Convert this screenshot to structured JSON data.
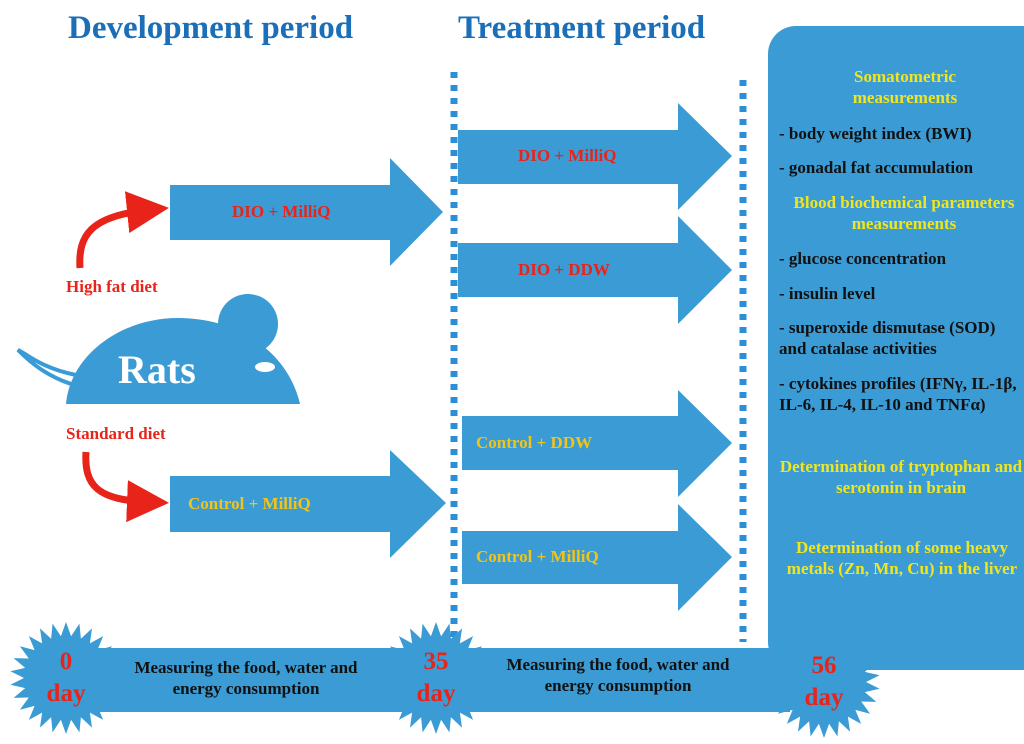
{
  "headings": {
    "development": "Development period",
    "treatment": "Treatment period"
  },
  "diets": {
    "high_fat": "High fat diet",
    "standard": "Standard diet"
  },
  "rats_label": "Rats",
  "development_arrows": {
    "dio": "DIO + MilliQ",
    "control": "Control + MilliQ"
  },
  "treatment_arrows": {
    "dio_milliq": "DIO + MilliQ",
    "dio_ddw": "DIO + DDW",
    "control_ddw": "Control + DDW",
    "control_milliq": "Control + MilliQ"
  },
  "panel": {
    "somatometric_heading": "Somatometric measurements",
    "somatometric_items": [
      "- body weight index (BWI)",
      "- gonadal fat accumulation"
    ],
    "blood_heading": "Blood biochemical parameters measurements",
    "blood_items": [
      "- glucose concentration",
      "- insulin level",
      "- superoxide dismutase (SOD) and catalase activities",
      "- cytokines profiles (IFNγ, IL-1β, IL-6, IL-4, IL-10 and TNFα)"
    ],
    "tryptophan_heading": "Determination of tryptophan and serotonin in brain",
    "metals_heading": "Determination of some heavy metals (Zn, Mn, Cu) in the liver"
  },
  "timeline": {
    "day0": {
      "number": "0",
      "unit": "day"
    },
    "day35": {
      "number": "35",
      "unit": "day"
    },
    "day56": {
      "number": "56",
      "unit": "day"
    },
    "measure_1": "Measuring the food, water and energy consumption",
    "measure_2": "Measuring the food, water and energy consumption"
  },
  "colors": {
    "blue": "#3a9bd5",
    "heading_blue": "#1b6fb8",
    "red": "#e8241a",
    "yellow": "#f2c418",
    "panel_heading_yellow": "#f2e51c",
    "divider": "#2a8fd6"
  }
}
